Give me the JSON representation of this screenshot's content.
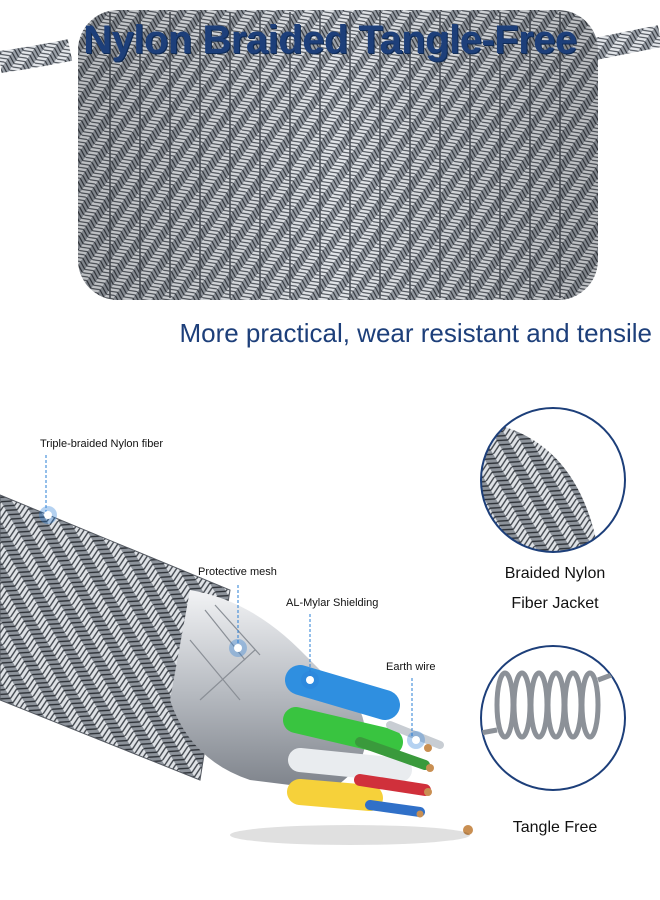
{
  "headline": "Nylon Braided Tangle-Free",
  "subheadline": "More practical, wear resistant and tensile",
  "callouts": {
    "triple_braided": "Triple-braided Nylon fiber",
    "protective_mesh": "Protective mesh",
    "al_mylar": "AL-Mylar Shielding",
    "earth_wire": "Earth wire"
  },
  "features": {
    "braided_line1": "Braided Nylon",
    "braided_line2": "Fiber Jacket",
    "tangle_free": "Tangle Free"
  },
  "colors": {
    "headline": "#1d3f7a",
    "braid_light": "#d9dde2",
    "braid_dark": "#3b3f46",
    "callout_blue": "#2a7fd6",
    "circle_outline": "#1d3f7a"
  }
}
